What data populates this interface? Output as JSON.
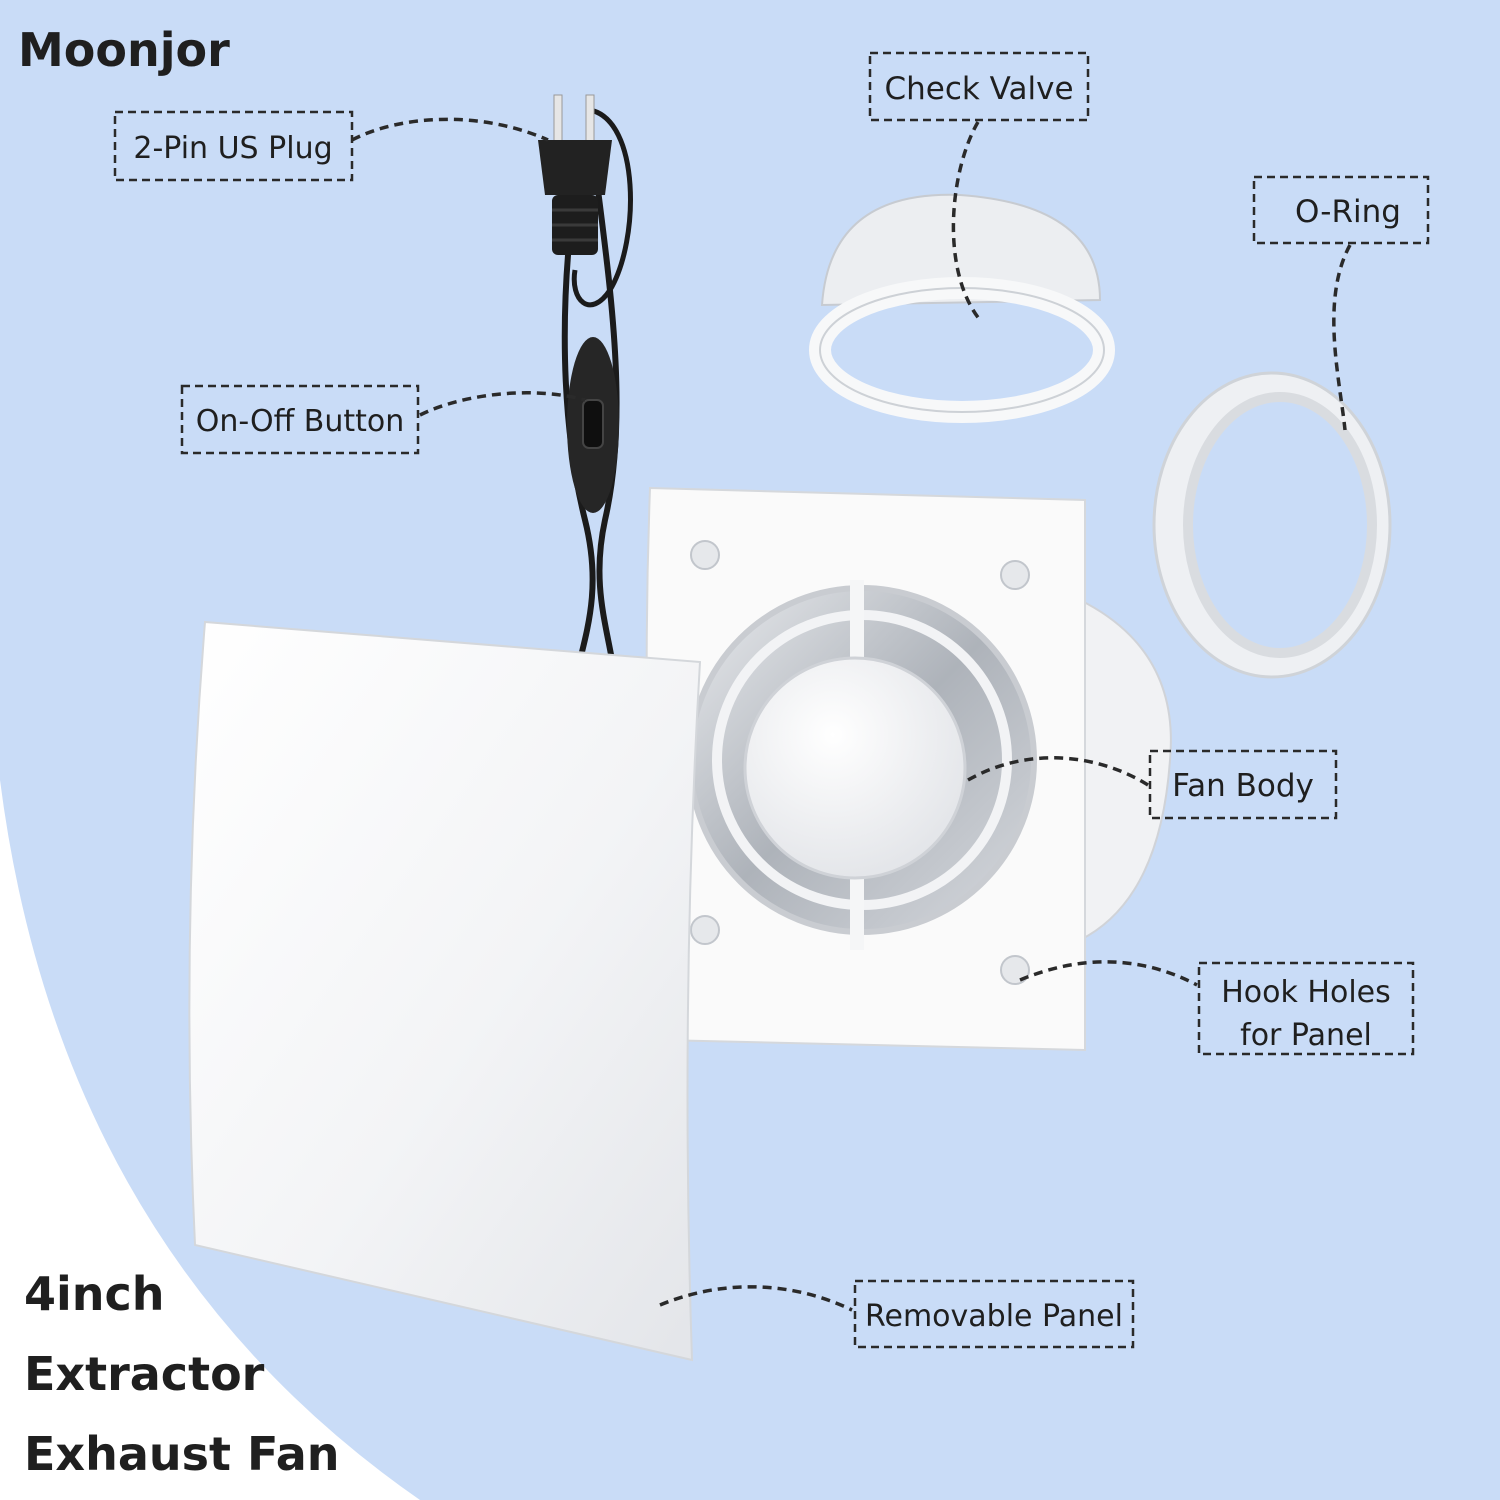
{
  "brand": "Moonjor",
  "product_title": [
    "4inch",
    "Extractor",
    "Exhaust Fan"
  ],
  "callouts": {
    "plug": "2-Pin US Plug",
    "switch": "On-Off Button",
    "check_valve": "Check Valve",
    "o_ring": "O-Ring",
    "fan_body": "Fan Body",
    "hook_holes": [
      "Hook Holes",
      "for Panel"
    ],
    "panel": "Removable Panel"
  },
  "colors": {
    "background": "#c9dcf7",
    "accent_bg": "#ffffff",
    "text": "#1f1f1f"
  }
}
